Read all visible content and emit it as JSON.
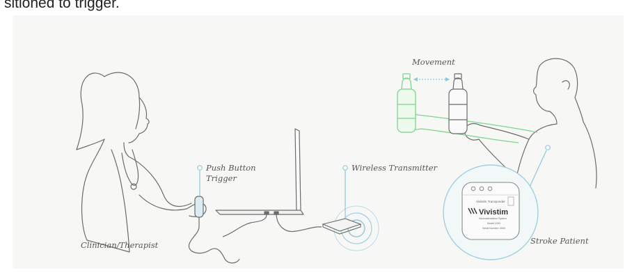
{
  "caption_fragment": "sitioned to trigger.",
  "labels": {
    "clinician": "Clinician/Therapist",
    "push_button_line1": "Push Button",
    "push_button_line2": "Trigger",
    "wireless_transmitter": "Wireless Transmitter",
    "movement": "Movement",
    "stroke_patient": "Stroke Patient"
  },
  "device": {
    "brand": "Vivistim",
    "subtitle": "Neurostimulation System",
    "small_text_1": "Vivistim Transponder",
    "model": "Model 1000",
    "serial": "Serial Number: 0000"
  },
  "colors": {
    "line": "#6b6b6b",
    "accent_blue": "#8fc7dd",
    "accent_green": "#7cd48a",
    "background": "#f7f7f6"
  }
}
